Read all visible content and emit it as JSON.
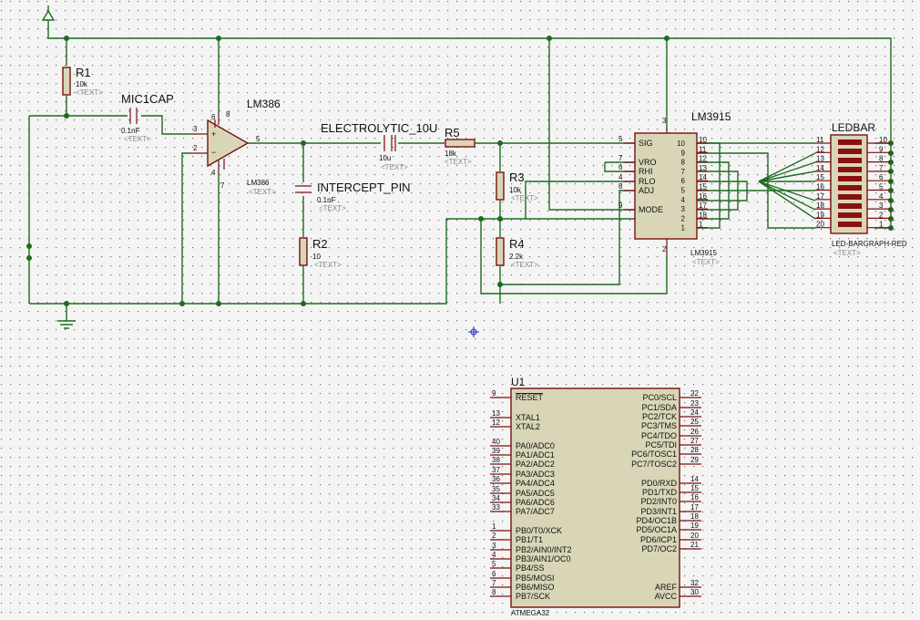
{
  "ref_r1": "R1",
  "val_r1": "10k",
  "ref_mic": "MIC1CAP",
  "val_mic": "0.1nF",
  "ref_opamp": "LM386",
  "val_opamp": "LM386",
  "ref_ecap": "ELECTROLYTIC_10U",
  "val_ecap": "10u",
  "ref_r5": "R5",
  "val_r5": "18k",
  "ref_icap": "INTERCEPT_PIN",
  "val_icap": "0.1nF",
  "ref_r2": "R2",
  "val_r2": "10",
  "ref_r3": "R3",
  "val_r3": "10k",
  "ref_r4": "R4",
  "val_r4": "2.2k",
  "ref_lm3915": "LM3915",
  "val_lm3915": "LM3915",
  "ref_ledbar": "LEDBAR",
  "val_ledbar": "LED-BARGRAPH-RED",
  "ref_u1": "U1",
  "val_u1": "ATMEGA32",
  "text_placeholder": "<TEXT>",
  "opamp_pins": {
    "p3": "3",
    "p2": "2",
    "p6": "6",
    "p8": "8",
    "p4": "4",
    "p7": "7",
    "p5": "5"
  },
  "lm3915": {
    "left_pins": [
      {
        "num": "5",
        "name": "SIG"
      },
      {
        "num": "7",
        "name": "VRO"
      },
      {
        "num": "6",
        "name": "RHI"
      },
      {
        "num": "4",
        "name": "RLO"
      },
      {
        "num": "8",
        "name": "ADJ"
      },
      {
        "num": "9",
        "name": "MODE"
      }
    ],
    "right_pins": [
      {
        "num": "10",
        "name": "10"
      },
      {
        "num": "11",
        "name": "9"
      },
      {
        "num": "12",
        "name": "8"
      },
      {
        "num": "13",
        "name": "7"
      },
      {
        "num": "14",
        "name": "6"
      },
      {
        "num": "15",
        "name": "5"
      },
      {
        "num": "16",
        "name": "4"
      },
      {
        "num": "17",
        "name": "3"
      },
      {
        "num": "18",
        "name": "2"
      },
      {
        "num": "1",
        "name": "1"
      }
    ],
    "top_pin": "3",
    "bottom_pin": "2"
  },
  "ledbar": {
    "left_pins": [
      "11",
      "12",
      "13",
      "14",
      "15",
      "16",
      "17",
      "18",
      "19",
      "20"
    ],
    "right_pins": [
      "10",
      "9",
      "8",
      "7",
      "6",
      "5",
      "4",
      "3",
      "2",
      "1"
    ]
  },
  "u1": {
    "left_pins": [
      {
        "num": "9",
        "name": "RESET"
      },
      {
        "num": "13",
        "name": "XTAL1"
      },
      {
        "num": "12",
        "name": "XTAL2"
      },
      {
        "num": "40",
        "name": "PA0/ADC0"
      },
      {
        "num": "39",
        "name": "PA1/ADC1"
      },
      {
        "num": "38",
        "name": "PA2/ADC2"
      },
      {
        "num": "37",
        "name": "PA3/ADC3"
      },
      {
        "num": "36",
        "name": "PA4/ADC4"
      },
      {
        "num": "35",
        "name": "PA5/ADC5"
      },
      {
        "num": "34",
        "name": "PA6/ADC6"
      },
      {
        "num": "33",
        "name": "PA7/ADC7"
      },
      {
        "num": "1",
        "name": "PB0/T0/XCK"
      },
      {
        "num": "2",
        "name": "PB1/T1"
      },
      {
        "num": "3",
        "name": "PB2/AIN0/INT2"
      },
      {
        "num": "4",
        "name": "PB3/AIN1/OC0"
      },
      {
        "num": "5",
        "name": "PB4/SS"
      },
      {
        "num": "6",
        "name": "PB5/MOSI"
      },
      {
        "num": "7",
        "name": "PB6/MISO"
      },
      {
        "num": "8",
        "name": "PB7/SCK"
      }
    ],
    "right_pins": [
      {
        "num": "22",
        "name": "PC0/SCL"
      },
      {
        "num": "23",
        "name": "PC1/SDA"
      },
      {
        "num": "24",
        "name": "PC2/TCK"
      },
      {
        "num": "25",
        "name": "PC3/TMS"
      },
      {
        "num": "26",
        "name": "PC4/TDO"
      },
      {
        "num": "27",
        "name": "PC5/TDI"
      },
      {
        "num": "28",
        "name": "PC6/TOSC1"
      },
      {
        "num": "29",
        "name": "PC7/TOSC2"
      },
      {
        "num": "14",
        "name": "PD0/RXD"
      },
      {
        "num": "15",
        "name": "PD1/TXD"
      },
      {
        "num": "16",
        "name": "PD2/INT0"
      },
      {
        "num": "17",
        "name": "PD3/INT1"
      },
      {
        "num": "18",
        "name": "PD4/OC1B"
      },
      {
        "num": "19",
        "name": "PD5/OC1A"
      },
      {
        "num": "20",
        "name": "PD6/ICP1"
      },
      {
        "num": "21",
        "name": "PD7/OC2"
      },
      {
        "num": "32",
        "name": "AREF"
      },
      {
        "num": "30",
        "name": "AVCC"
      }
    ]
  }
}
